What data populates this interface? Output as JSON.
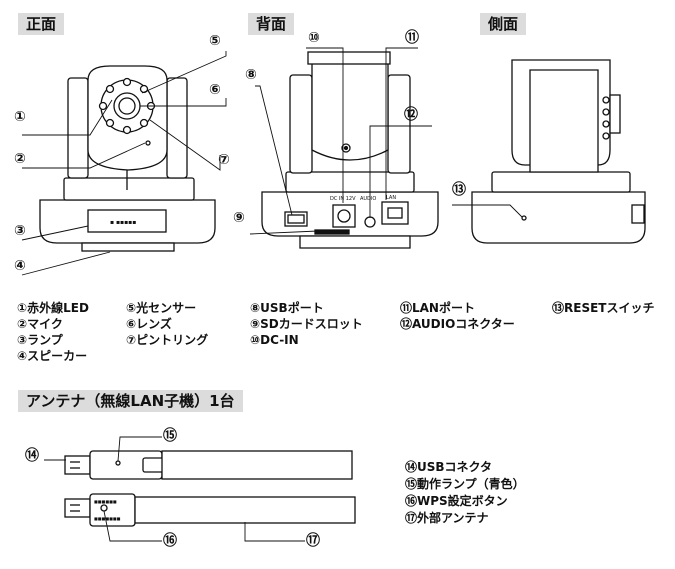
{
  "headers": {
    "front": "正面",
    "back": "背面",
    "side": "側面",
    "antenna": "アンテナ（無線LAN子機）1台"
  },
  "callouts": [
    "①",
    "②",
    "③",
    "④",
    "⑤",
    "⑥",
    "⑦",
    "⑧",
    "⑨",
    "⑩",
    "⑪",
    "⑫",
    "⑬",
    "⑭",
    "⑮",
    "⑯",
    "⑰"
  ],
  "camera_parts": {
    "c1": [
      "①赤外線LED",
      "②マイク",
      "③ランプ",
      "④スピーカー"
    ],
    "c2": [
      "⑤光センサー",
      "⑥レンズ",
      "⑦ピントリング"
    ],
    "c3": [
      "⑧USBポート",
      "⑨SDカードスロット",
      "⑩DC-IN"
    ],
    "c4": [
      "⑪LANポート",
      "⑫AUDIOコネクター"
    ],
    "c5": [
      "⑬RESETスイッチ"
    ]
  },
  "antenna_parts": [
    "⑭USBコネクタ",
    "⑮動作ランプ（青色）",
    "⑯WPS設定ボタン",
    "⑰外部アンテナ"
  ]
}
